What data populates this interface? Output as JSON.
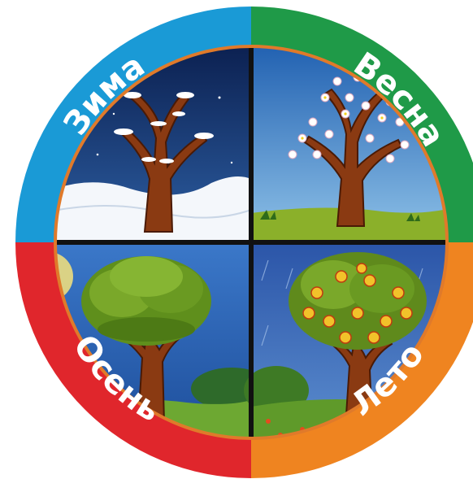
{
  "wheel": {
    "seasons": [
      {
        "id": "winter",
        "label": "Зима",
        "ring_color": "#1a9ad6"
      },
      {
        "id": "spring",
        "label": "Весна",
        "ring_color": "#1f9a48"
      },
      {
        "id": "autumn",
        "label": "Осень",
        "ring_color": "#e0262c"
      },
      {
        "id": "summer",
        "label": "Лето",
        "ring_color": "#ef8420"
      }
    ],
    "inner_border_color": "#e07a2a",
    "divider_color": "#111111"
  }
}
